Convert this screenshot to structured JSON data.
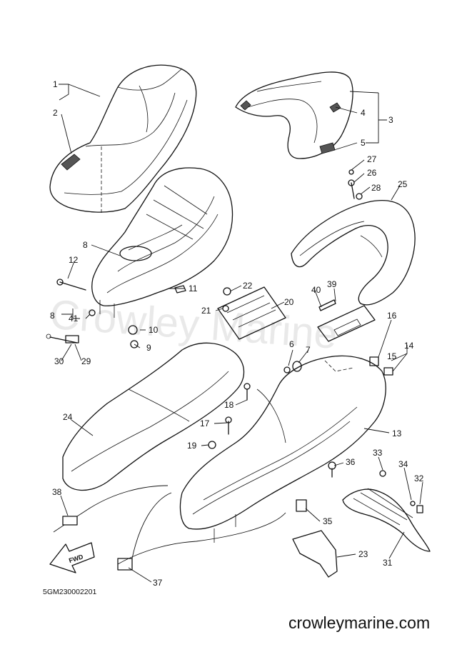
{
  "diagram": {
    "watermark": "Crowley Marine",
    "drawing_code": "5GM230002201",
    "website": "crowleymarine.com",
    "direction_arrow_label": "FWD",
    "callouts": [
      {
        "id": "1",
        "label": "1"
      },
      {
        "id": "2",
        "label": "2"
      },
      {
        "id": "3",
        "label": "3"
      },
      {
        "id": "4",
        "label": "4"
      },
      {
        "id": "5",
        "label": "5"
      },
      {
        "id": "6",
        "label": "6"
      },
      {
        "id": "7",
        "label": "7"
      },
      {
        "id": "8a",
        "label": "8"
      },
      {
        "id": "8b",
        "label": "8"
      },
      {
        "id": "9",
        "label": "9"
      },
      {
        "id": "10",
        "label": "10"
      },
      {
        "id": "11",
        "label": "11"
      },
      {
        "id": "12",
        "label": "12"
      },
      {
        "id": "13",
        "label": "13"
      },
      {
        "id": "14",
        "label": "14"
      },
      {
        "id": "15",
        "label": "15"
      },
      {
        "id": "16",
        "label": "16"
      },
      {
        "id": "17",
        "label": "17"
      },
      {
        "id": "18",
        "label": "18"
      },
      {
        "id": "19",
        "label": "19"
      },
      {
        "id": "20",
        "label": "20"
      },
      {
        "id": "21",
        "label": "21"
      },
      {
        "id": "22",
        "label": "22"
      },
      {
        "id": "23",
        "label": "23"
      },
      {
        "id": "24",
        "label": "24"
      },
      {
        "id": "25",
        "label": "25"
      },
      {
        "id": "26",
        "label": "26"
      },
      {
        "id": "27",
        "label": "27"
      },
      {
        "id": "28",
        "label": "28"
      },
      {
        "id": "29",
        "label": "29"
      },
      {
        "id": "30",
        "label": "30"
      },
      {
        "id": "31",
        "label": "31"
      },
      {
        "id": "32",
        "label": "32"
      },
      {
        "id": "33",
        "label": "33"
      },
      {
        "id": "34",
        "label": "34"
      },
      {
        "id": "35",
        "label": "35"
      },
      {
        "id": "36",
        "label": "36"
      },
      {
        "id": "37",
        "label": "37"
      },
      {
        "id": "38",
        "label": "38"
      },
      {
        "id": "39",
        "label": "39"
      },
      {
        "id": "40",
        "label": "40"
      },
      {
        "id": "41",
        "label": "41"
      }
    ]
  }
}
